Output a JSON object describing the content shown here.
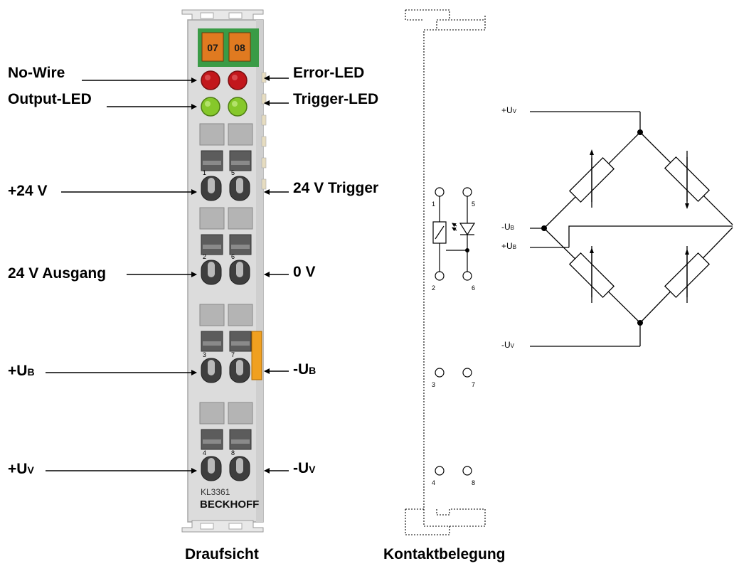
{
  "labels": {
    "no_wire": "No-Wire",
    "output_led": "Output-LED",
    "error_led": "Error-LED",
    "trigger_led": "Trigger-LED",
    "plus24v": "+24 V",
    "trigger24v": "24 V Trigger",
    "ausgang": "24 V Ausgang",
    "zero_v": "0 V",
    "plus_ub": "+U",
    "plus_ub_sub": "B",
    "minus_ub": "-U",
    "minus_ub_sub": "B",
    "plus_uv": "+U",
    "plus_uv_sub": "V",
    "minus_uv": "-U",
    "minus_uv_sub": "V"
  },
  "terminal": {
    "channel_left": "07",
    "channel_right": "08",
    "model": "KL3361",
    "brand": "BECKHOFF",
    "terminal_numbers": [
      "1",
      "2",
      "3",
      "4",
      "5",
      "6",
      "7",
      "8"
    ]
  },
  "schematic": {
    "plus_uv": "+U",
    "plus_uv_sub": "V",
    "minus_ub": "-U",
    "minus_ub_sub": "B",
    "plus_ub": "+U",
    "plus_ub_sub": "B",
    "minus_uv": "-U",
    "minus_uv_sub": "V"
  },
  "captions": {
    "top_view": "Draufsicht",
    "pin_assignment": "Kontaktbelegung"
  },
  "colors": {
    "terminal_body": "#dcdcdc",
    "header_green": "#3a9b46",
    "channel_orange": "#e07a20",
    "led_red": "#c2171c",
    "led_green": "#86c82a",
    "contact_orange": "#f0a020"
  }
}
